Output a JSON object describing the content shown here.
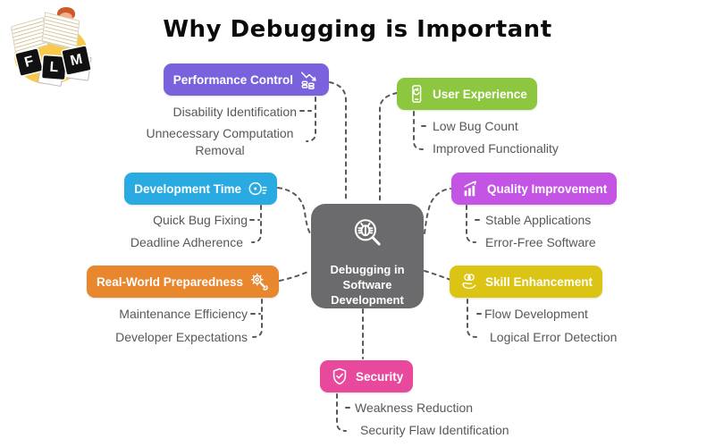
{
  "page": {
    "title": "Why Debugging is Important",
    "background_color": "#FFFFFF",
    "text_color": "#57585A",
    "connector_color": "#58595B"
  },
  "logo": {
    "name": "FLM reading-boy logo",
    "letters": [
      "F",
      "L",
      "M"
    ],
    "blob_color": "#F9C94B"
  },
  "center": {
    "label": "Debugging in Software Development",
    "color": "#6B6B6D",
    "icon": "bug-magnifier"
  },
  "branches": [
    {
      "label": "Performance Control",
      "color": "#7B62DD",
      "icon": "declining-chart-coins",
      "icon_side": "right",
      "items": [
        "Disability Identification",
        "Unnecessary Computation Removal"
      ]
    },
    {
      "label": "User Experience",
      "color": "#8DC63F",
      "icon": "phone-refresh",
      "icon_side": "left",
      "items": [
        "Low Bug Count",
        "Improved Functionality"
      ]
    },
    {
      "label": "Development Time",
      "color": "#29ABE2",
      "icon": "timer",
      "icon_side": "right",
      "items": [
        "Quick Bug Fixing",
        "Deadline Adherence"
      ]
    },
    {
      "label": "Quality Improvement",
      "color": "#C455E4",
      "icon": "growth-chart",
      "icon_side": "left",
      "items": [
        "Stable Applications",
        "Error-Free Software"
      ]
    },
    {
      "label": "Real-World Preparedness",
      "color": "#E8872E",
      "icon": "gear-wrench",
      "icon_side": "right",
      "items": [
        "Maintenance Efficiency",
        "Developer Expectations"
      ]
    },
    {
      "label": "Skill Enhancement",
      "color": "#DCC414",
      "icon": "brain-hand",
      "icon_side": "left",
      "items": [
        "Flow Development",
        "Logical Error Detection"
      ]
    },
    {
      "label": "Security",
      "color": "#E8499C",
      "icon": "shield-check",
      "icon_side": "left",
      "items": [
        "Weakness Reduction",
        "Security Flaw Identification"
      ]
    }
  ]
}
